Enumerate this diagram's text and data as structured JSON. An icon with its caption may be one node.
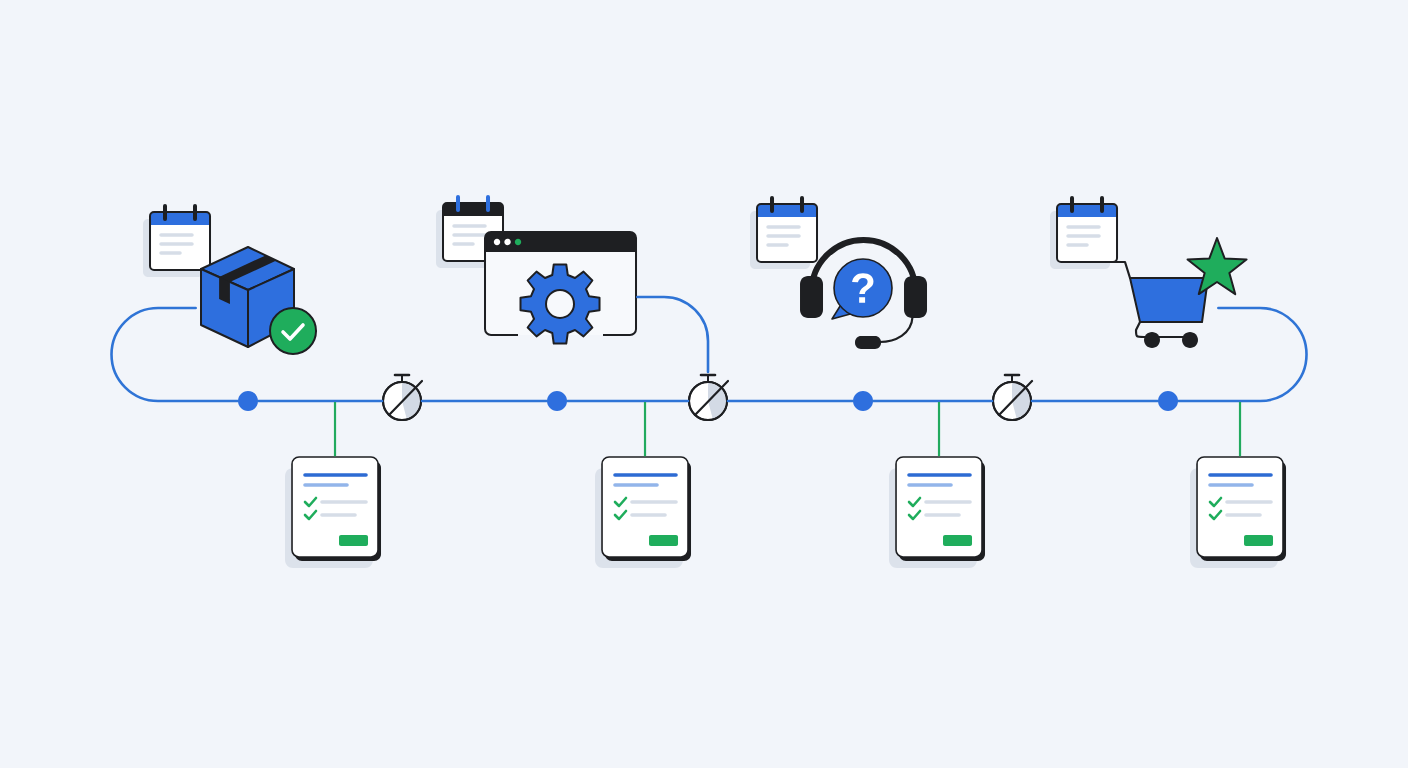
{
  "diagram": {
    "nodes": [
      {
        "text": [],
        "shape": "picture"
      },
      {
        "text": [],
        "shape": "picture"
      },
      {
        "text": [],
        "shape": "picture"
      },
      {
        "text": [
          "?"
        ],
        "in": 2
      },
      {
        "text": [],
        "shape": "picture"
      },
      {
        "text": [],
        "shape": "circle"
      },
      {
        "text": [],
        "shape": "circle"
      },
      {
        "text": [],
        "shape": "circle"
      },
      {
        "text": [],
        "shape": "circle"
      },
      {
        "text": [],
        "shape": "picture"
      },
      {
        "text": [],
        "shape": "picture"
      },
      {
        "text": [],
        "shape": "picture"
      },
      {
        "text": [],
        "shape": "picture"
      },
      {
        "text": [],
        "shape": "picture"
      },
      {
        "text": [],
        "shape": "picture"
      },
      {
        "text": [],
        "shape": "picture"
      }
    ],
    "edges": [
      {
        "from": 0,
        "to": 5,
        "arrow": "none"
      },
      {
        "from": 5,
        "to": 9,
        "arrow": "none"
      },
      {
        "from": 9,
        "to": 6,
        "arrow": "none"
      },
      {
        "from": 6,
        "to": 10,
        "arrow": "none"
      },
      {
        "from": 10,
        "to": 7,
        "arrow": "none"
      },
      {
        "from": 7,
        "to": 11,
        "arrow": "none"
      },
      {
        "from": 11,
        "to": 8,
        "arrow": "none"
      },
      {
        "from": 8,
        "to": 4,
        "arrow": "none"
      },
      {
        "from": 1,
        "to": 10,
        "arrow": "none"
      },
      {
        "from": null,
        "to": 12,
        "arrow": "none",
        "color": "#22aa5e"
      },
      {
        "from": null,
        "to": 13,
        "arrow": "none",
        "color": "#22aa5e"
      },
      {
        "from": null,
        "to": 14,
        "arrow": "none",
        "color": "#22aa5e"
      },
      {
        "from": null,
        "to": 15,
        "arrow": "none",
        "color": "#22aa5e"
      }
    ]
  }
}
